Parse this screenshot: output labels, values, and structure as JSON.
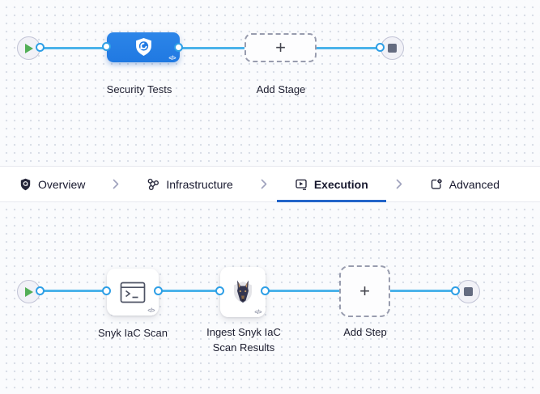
{
  "colors": {
    "canvas_bg": "#fafbfd",
    "dot": "#d8dde6",
    "line_blue": "#4bb3ea",
    "ring_blue": "#2e9fe6",
    "stage_blue": "#2079e2",
    "underline_blue": "#2264c9",
    "play_green": "#52ae56",
    "stop_slate": "#646b80",
    "tab_text": "#17182e",
    "label_text": "#1d1e30",
    "dashed_border": "#989cae"
  },
  "stage_graph": {
    "stage": {
      "label": "Security Tests",
      "icon": "shield-scan-icon",
      "code_badge": "</>"
    },
    "add_stage": {
      "label": "Add Stage",
      "plus": "+"
    }
  },
  "tab_bar": {
    "items": [
      {
        "label": "Overview",
        "icon": "shield-icon",
        "active": false
      },
      {
        "label": "Infrastructure",
        "icon": "infrastructure-icon",
        "active": false
      },
      {
        "label": "Execution",
        "icon": "execution-icon",
        "active": true
      },
      {
        "label": "Advanced",
        "icon": "advanced-icon",
        "active": false
      }
    ]
  },
  "step_graph": {
    "steps": [
      {
        "label": "Snyk IaC Scan",
        "icon": "terminal-icon",
        "code_badge": "</>"
      },
      {
        "label": "Ingest Snyk IaC Scan Results",
        "icon": "snyk-doberman-icon",
        "code_badge": "</>"
      }
    ],
    "add_step": {
      "label": "Add Step",
      "plus": "+"
    }
  }
}
